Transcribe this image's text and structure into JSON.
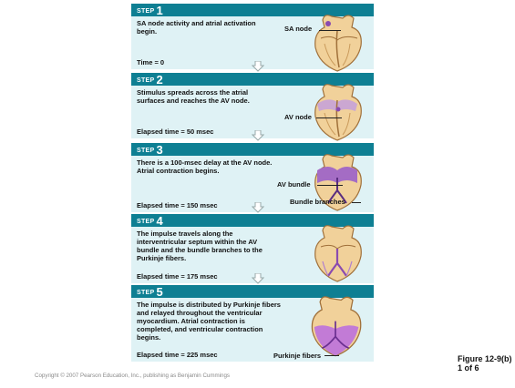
{
  "steps": [
    {
      "word": "STEP",
      "num": "1",
      "text": "SA node activity and atrial activation begin.",
      "time": "Time = 0",
      "labels": [
        "SA node"
      ]
    },
    {
      "word": "STEP",
      "num": "2",
      "text": "Stimulus spreads across the atrial surfaces and reaches the AV node.",
      "time": "Elapsed time = 50 msec",
      "labels": [
        "AV node"
      ]
    },
    {
      "word": "STEP",
      "num": "3",
      "text": "There is a 100-msec delay at the AV node. Atrial contraction begins.",
      "time": "Elapsed time = 150 msec",
      "labels": [
        "AV bundle",
        "Bundle branches"
      ]
    },
    {
      "word": "STEP",
      "num": "4",
      "text": "The impulse travels along the interventricular septum within the AV bundle and the bundle branches to the Purkinje fibers.",
      "time": "Elapsed time = 175 msec",
      "labels": []
    },
    {
      "word": "STEP",
      "num": "5",
      "text": "The impulse is distributed by Purkinje fibers and relayed throughout the ventricular myocardium. Atrial contraction is completed, and ventricular contraction begins.",
      "time": "Elapsed time = 225 msec",
      "labels": [
        "Purkinje fibers"
      ]
    }
  ],
  "figure": {
    "line1": "Figure 12-9(b)",
    "line2": "1 of 6"
  },
  "copyright": "Copyright © 2007 Pearson Education, Inc., publishing as Benjamin Cummings",
  "colors": {
    "header": "#0e7f93",
    "body": "#dff2f5",
    "heart_wall": "#e2b76e",
    "conduction": "#8a4bb0"
  }
}
